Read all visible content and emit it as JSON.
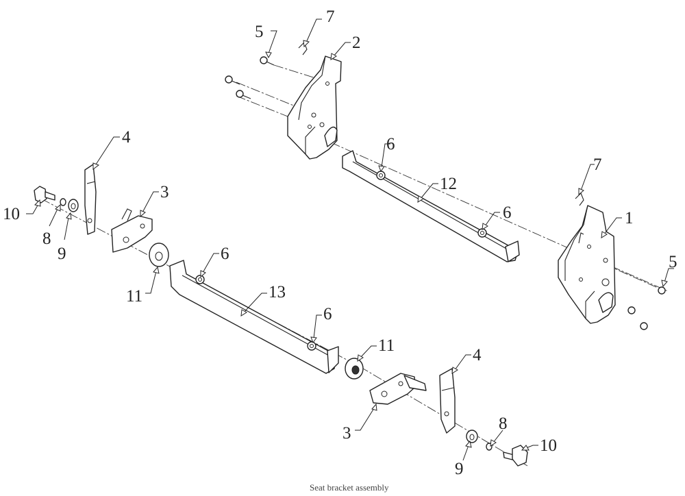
{
  "diagram": {
    "caption": "Seat bracket assembly",
    "callouts": [
      {
        "id": "c-5a",
        "label": "5"
      },
      {
        "id": "c-7a",
        "label": "7"
      },
      {
        "id": "c-2",
        "label": "2"
      },
      {
        "id": "c-4a",
        "label": "4"
      },
      {
        "id": "c-3a",
        "label": "3"
      },
      {
        "id": "c-6a",
        "label": "6"
      },
      {
        "id": "c-12",
        "label": "12"
      },
      {
        "id": "c-7b",
        "label": "7"
      },
      {
        "id": "c-1",
        "label": "1"
      },
      {
        "id": "c-6b",
        "label": "6"
      },
      {
        "id": "c-10a",
        "label": "10"
      },
      {
        "id": "c-8a",
        "label": "8"
      },
      {
        "id": "c-9a",
        "label": "9"
      },
      {
        "id": "c-5b",
        "label": "5"
      },
      {
        "id": "c-6c",
        "label": "6"
      },
      {
        "id": "c-11a",
        "label": "11"
      },
      {
        "id": "c-13",
        "label": "13"
      },
      {
        "id": "c-6d",
        "label": "6"
      },
      {
        "id": "c-11b",
        "label": "11"
      },
      {
        "id": "c-4b",
        "label": "4"
      },
      {
        "id": "c-3b",
        "label": "3"
      },
      {
        "id": "c-8b",
        "label": "8"
      },
      {
        "id": "c-10b",
        "label": "10"
      },
      {
        "id": "c-9b",
        "label": "9"
      }
    ]
  }
}
